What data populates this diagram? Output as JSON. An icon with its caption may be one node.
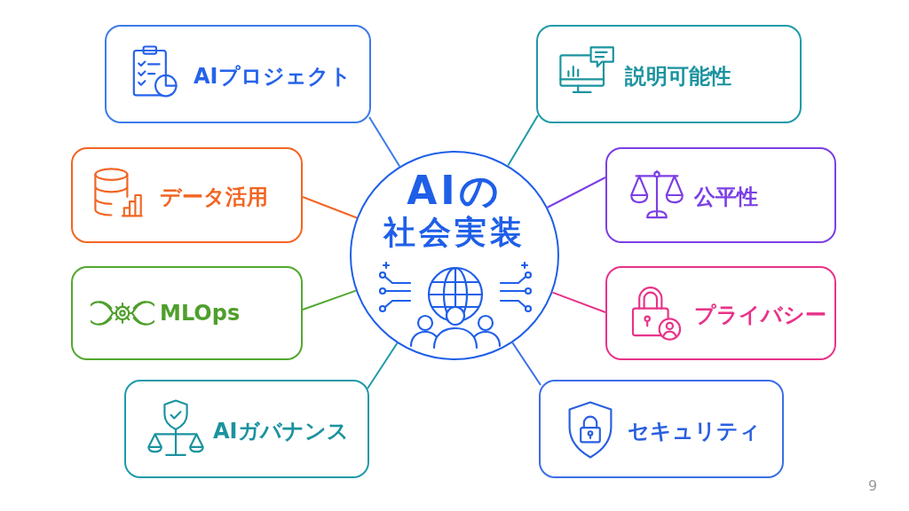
{
  "diagram": {
    "nodes": [
      {
        "text": [
          "AIの",
          "社会実装"
        ]
      },
      {
        "text": [
          "AIプロジェクト"
        ]
      },
      {
        "text": [
          "説明可能性"
        ]
      },
      {
        "text": [
          "データ活用"
        ]
      },
      {
        "text": [
          "公平性"
        ]
      },
      {
        "text": [
          "MLOps"
        ]
      },
      {
        "text": [
          "プライバシー"
        ]
      },
      {
        "text": [
          "AIガバナンス"
        ]
      },
      {
        "text": [
          "セキュリティ"
        ]
      }
    ],
    "edges": [
      {
        "from": 0,
        "to": 1,
        "arrow": "none",
        "color": "#3b7be8"
      },
      {
        "from": 0,
        "to": 2,
        "arrow": "none",
        "color": "#1f9aa8"
      },
      {
        "from": 0,
        "to": 3,
        "arrow": "none",
        "color": "#f26522"
      },
      {
        "from": 0,
        "to": 4,
        "arrow": "none",
        "color": "#7b3fe4"
      },
      {
        "from": 0,
        "to": 5,
        "arrow": "none",
        "color": "#52a830"
      },
      {
        "from": 0,
        "to": 6,
        "arrow": "none",
        "color": "#e8338a"
      },
      {
        "from": 0,
        "to": 7,
        "arrow": "none",
        "color": "#1f9aa8"
      },
      {
        "from": 0,
        "to": 8,
        "arrow": "none",
        "color": "#3b6ee6"
      }
    ],
    "labels": [
      "9"
    ]
  }
}
